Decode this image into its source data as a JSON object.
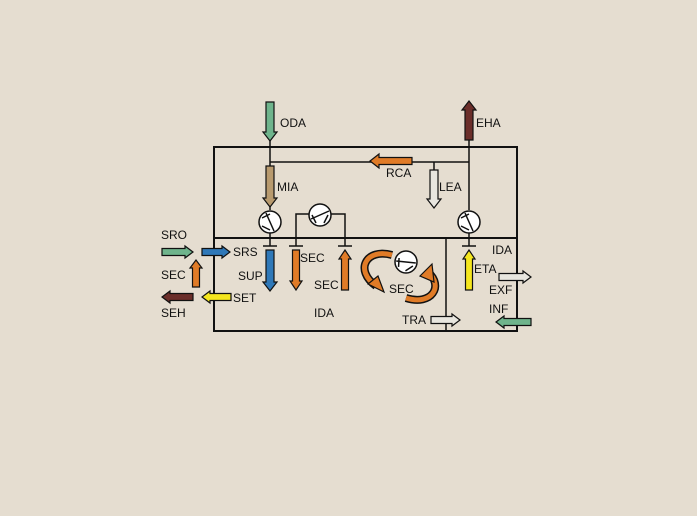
{
  "labels": {
    "oda": "ODA",
    "eha": "EHA",
    "rca": "RCA",
    "mia": "MIA",
    "lea": "LEA",
    "sro": "SRO",
    "srs": "SRS",
    "sec_left": "SEC",
    "sup": "SUP",
    "sec_1": "SEC",
    "sec_2": "SEC",
    "sec_wheel": "SEC",
    "set": "SET",
    "seh": "SEH",
    "ida_main": "IDA",
    "tra": "TRA",
    "ida_right": "IDA",
    "eta": "ETA",
    "exf": "EXF",
    "inf": "INF"
  },
  "icons": {
    "fan": "fan-icon",
    "heat_wheel": "heat-recovery-wheel-icon",
    "arrow": "arrow-icon"
  },
  "colors": {
    "background": "#e5ddd0",
    "outdoor_air": "#6fb48c",
    "exhaust_air": "#6b2e2a",
    "recirculation": "#e07b27",
    "mixed_air": "#b89a6e",
    "extract_air": "#e8e6df",
    "supply_air": "#2f78b8",
    "secondary_air": "#e07b27",
    "transfer_air": "#e8e6df",
    "extract_room": "#f5e61e",
    "outline": "#111111"
  }
}
